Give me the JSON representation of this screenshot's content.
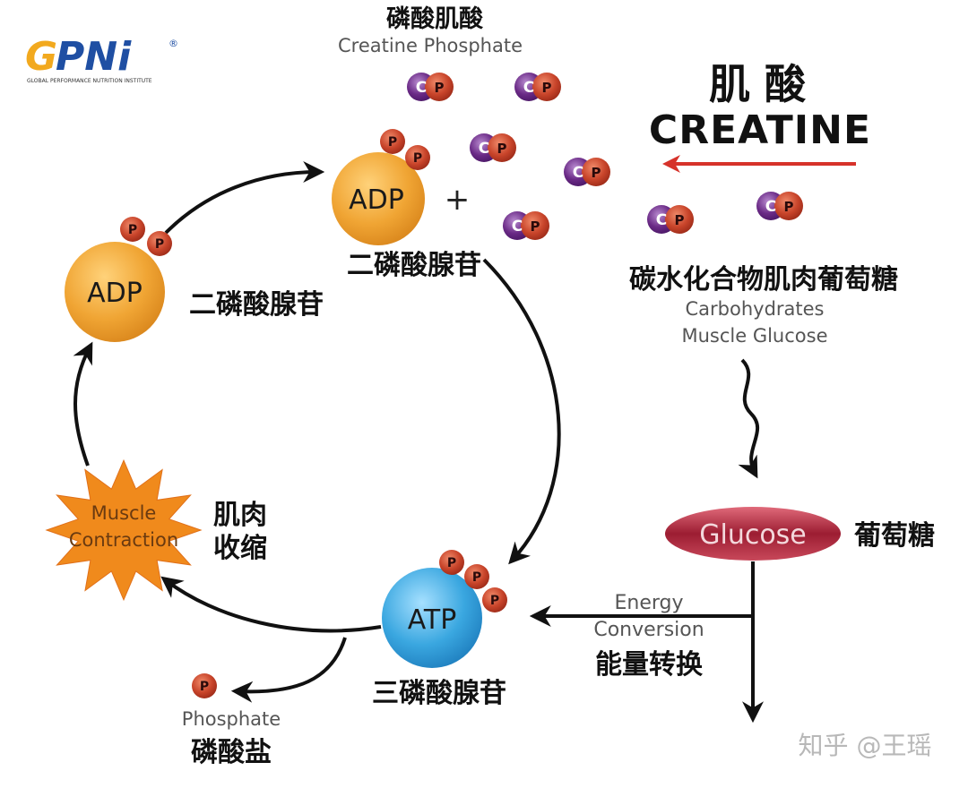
{
  "logo": {
    "brand": "GPNi",
    "registered": "®",
    "tagline": "GLOBAL PERFORMANCE NUTRITION INSTITUTE"
  },
  "creatine_phosphate": {
    "zh": "磷酸肌酸",
    "en": "Creatine Phosphate"
  },
  "creatine": {
    "zh": "肌 酸",
    "en": "CREATINE"
  },
  "carbohydrates": {
    "zh": "碳水化合物肌肉葡萄糖",
    "en_line1": "Carbohydrates",
    "en_line2": "Muscle Glucose"
  },
  "glucose": {
    "en": "Glucose",
    "zh": "葡萄糖"
  },
  "energy_conversion": {
    "en_line1": "Energy",
    "en_line2": "Conversion",
    "zh": "能量转换"
  },
  "adp_top": {
    "label": "ADP",
    "zh": "二磷酸腺苷"
  },
  "adp_left": {
    "label": "ADP",
    "zh": "二磷酸腺苷"
  },
  "atp": {
    "label": "ATP",
    "zh": "三磷酸腺苷"
  },
  "muscle_contraction": {
    "en_line1": "Muscle",
    "en_line2": "Contraction",
    "zh_line1": "肌肉",
    "zh_line2": "收缩"
  },
  "phosphate": {
    "en": "Phosphate",
    "zh": "磷酸盐"
  },
  "plus": "+",
  "molecule": {
    "c": "C",
    "p": "P"
  },
  "watermark": "知乎 @王瑶",
  "colors": {
    "adp_orange": "#f0a534",
    "atp_blue": "#3aa7e0",
    "phosphate_red": "#c8442a",
    "creatine_purple": "#6a2a86",
    "glucose_crimson": "#9c1d32",
    "arrow_red": "#d6322a",
    "star_orange": "#f08a1c"
  }
}
